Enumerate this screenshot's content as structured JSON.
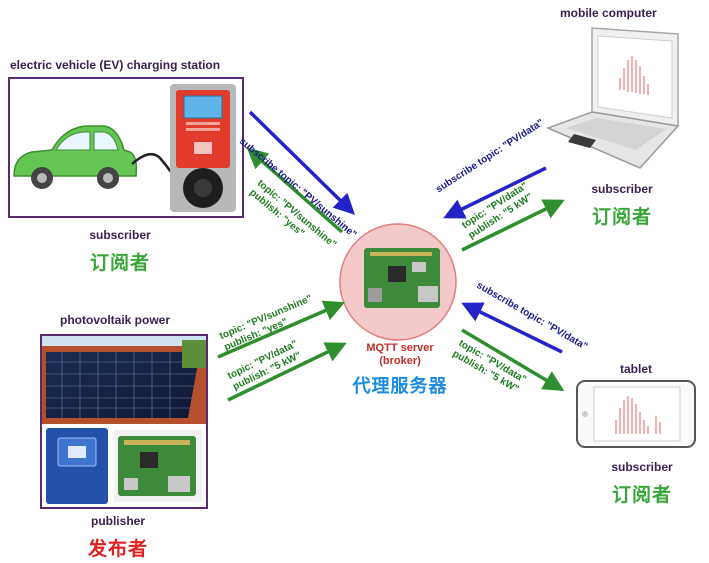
{
  "ev_station": {
    "title": "electric vehicle (EV) charging station",
    "role": "subscriber",
    "role_cn": "订阅者"
  },
  "pv": {
    "title": "photovoltaik power",
    "role": "publisher",
    "role_cn": "发布者"
  },
  "mobile": {
    "title": "mobile computer",
    "role": "subscriber",
    "role_cn": "订阅者"
  },
  "tablet": {
    "title": "tablet",
    "role": "subscriber",
    "role_cn": "订阅者"
  },
  "broker": {
    "line1": "MQTT server",
    "line2": "(broker)",
    "cn": "代理服务器"
  },
  "arrows": {
    "ev_subscribe": "subscribe topic: \"PV/sunshine\"",
    "ev_publish_1": "topic: \"PV/sunshine\"",
    "ev_publish_2": "publish: \"yes\"",
    "pv_pub1_1": "topic: \"PV/sunshine\"",
    "pv_pub1_2": "publish: \"yes\"",
    "pv_pub2_1": "topic: \"PV/data\"",
    "pv_pub2_2": "publish: \"5 kW\"",
    "mobile_subscribe": "subscribe topic: \"PV/data\"",
    "mobile_publish_1": "topic: \"PV/data\"",
    "mobile_publish_2": "publish: \"5 kW\"",
    "tablet_subscribe": "subscribe topic: \"PV/data\"",
    "tablet_publish_1": "topic: \"PV/data\"",
    "tablet_publish_2": "publish: \"5 kW\""
  },
  "colors": {
    "subscribe_arrow": "#2323c8",
    "publish_arrow": "#2f8f2f",
    "frame": "#5b2a6e",
    "broker_circle": "#f4c9c9"
  },
  "icons": [
    "car-icon",
    "charging-station-icon",
    "solar-panel-icon",
    "inverter-icon",
    "raspberry-pi-icon",
    "laptop-icon",
    "tablet-icon"
  ]
}
